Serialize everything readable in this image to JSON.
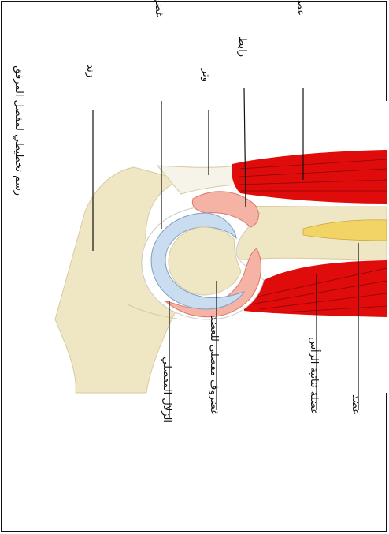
{
  "diagram": {
    "title": "رسم تخطيطي لمفصل المرفق",
    "labels": {
      "triceps": "عضلة ثلاثية الرأس",
      "ligament": "رابط",
      "tendon": "وتر",
      "humerus_cartilage": "غضروف مفصلي للزند",
      "ulna": "زند",
      "bone": "عضد",
      "biceps": "عضلة ثنائية الرأس",
      "articular_cartilage": "غضروف مفصلي للعضد",
      "synovial_fluid": "الزلال المفصلي"
    }
  },
  "colors": {
    "muscle": "#e00b0b",
    "bone": "#efe6c4",
    "cartilage_pink": "#f4b3a4",
    "cartilage_blue": "#c9dcf0",
    "marrow": "#f2d466",
    "background": "#ffffff",
    "frame": "#111111"
  }
}
